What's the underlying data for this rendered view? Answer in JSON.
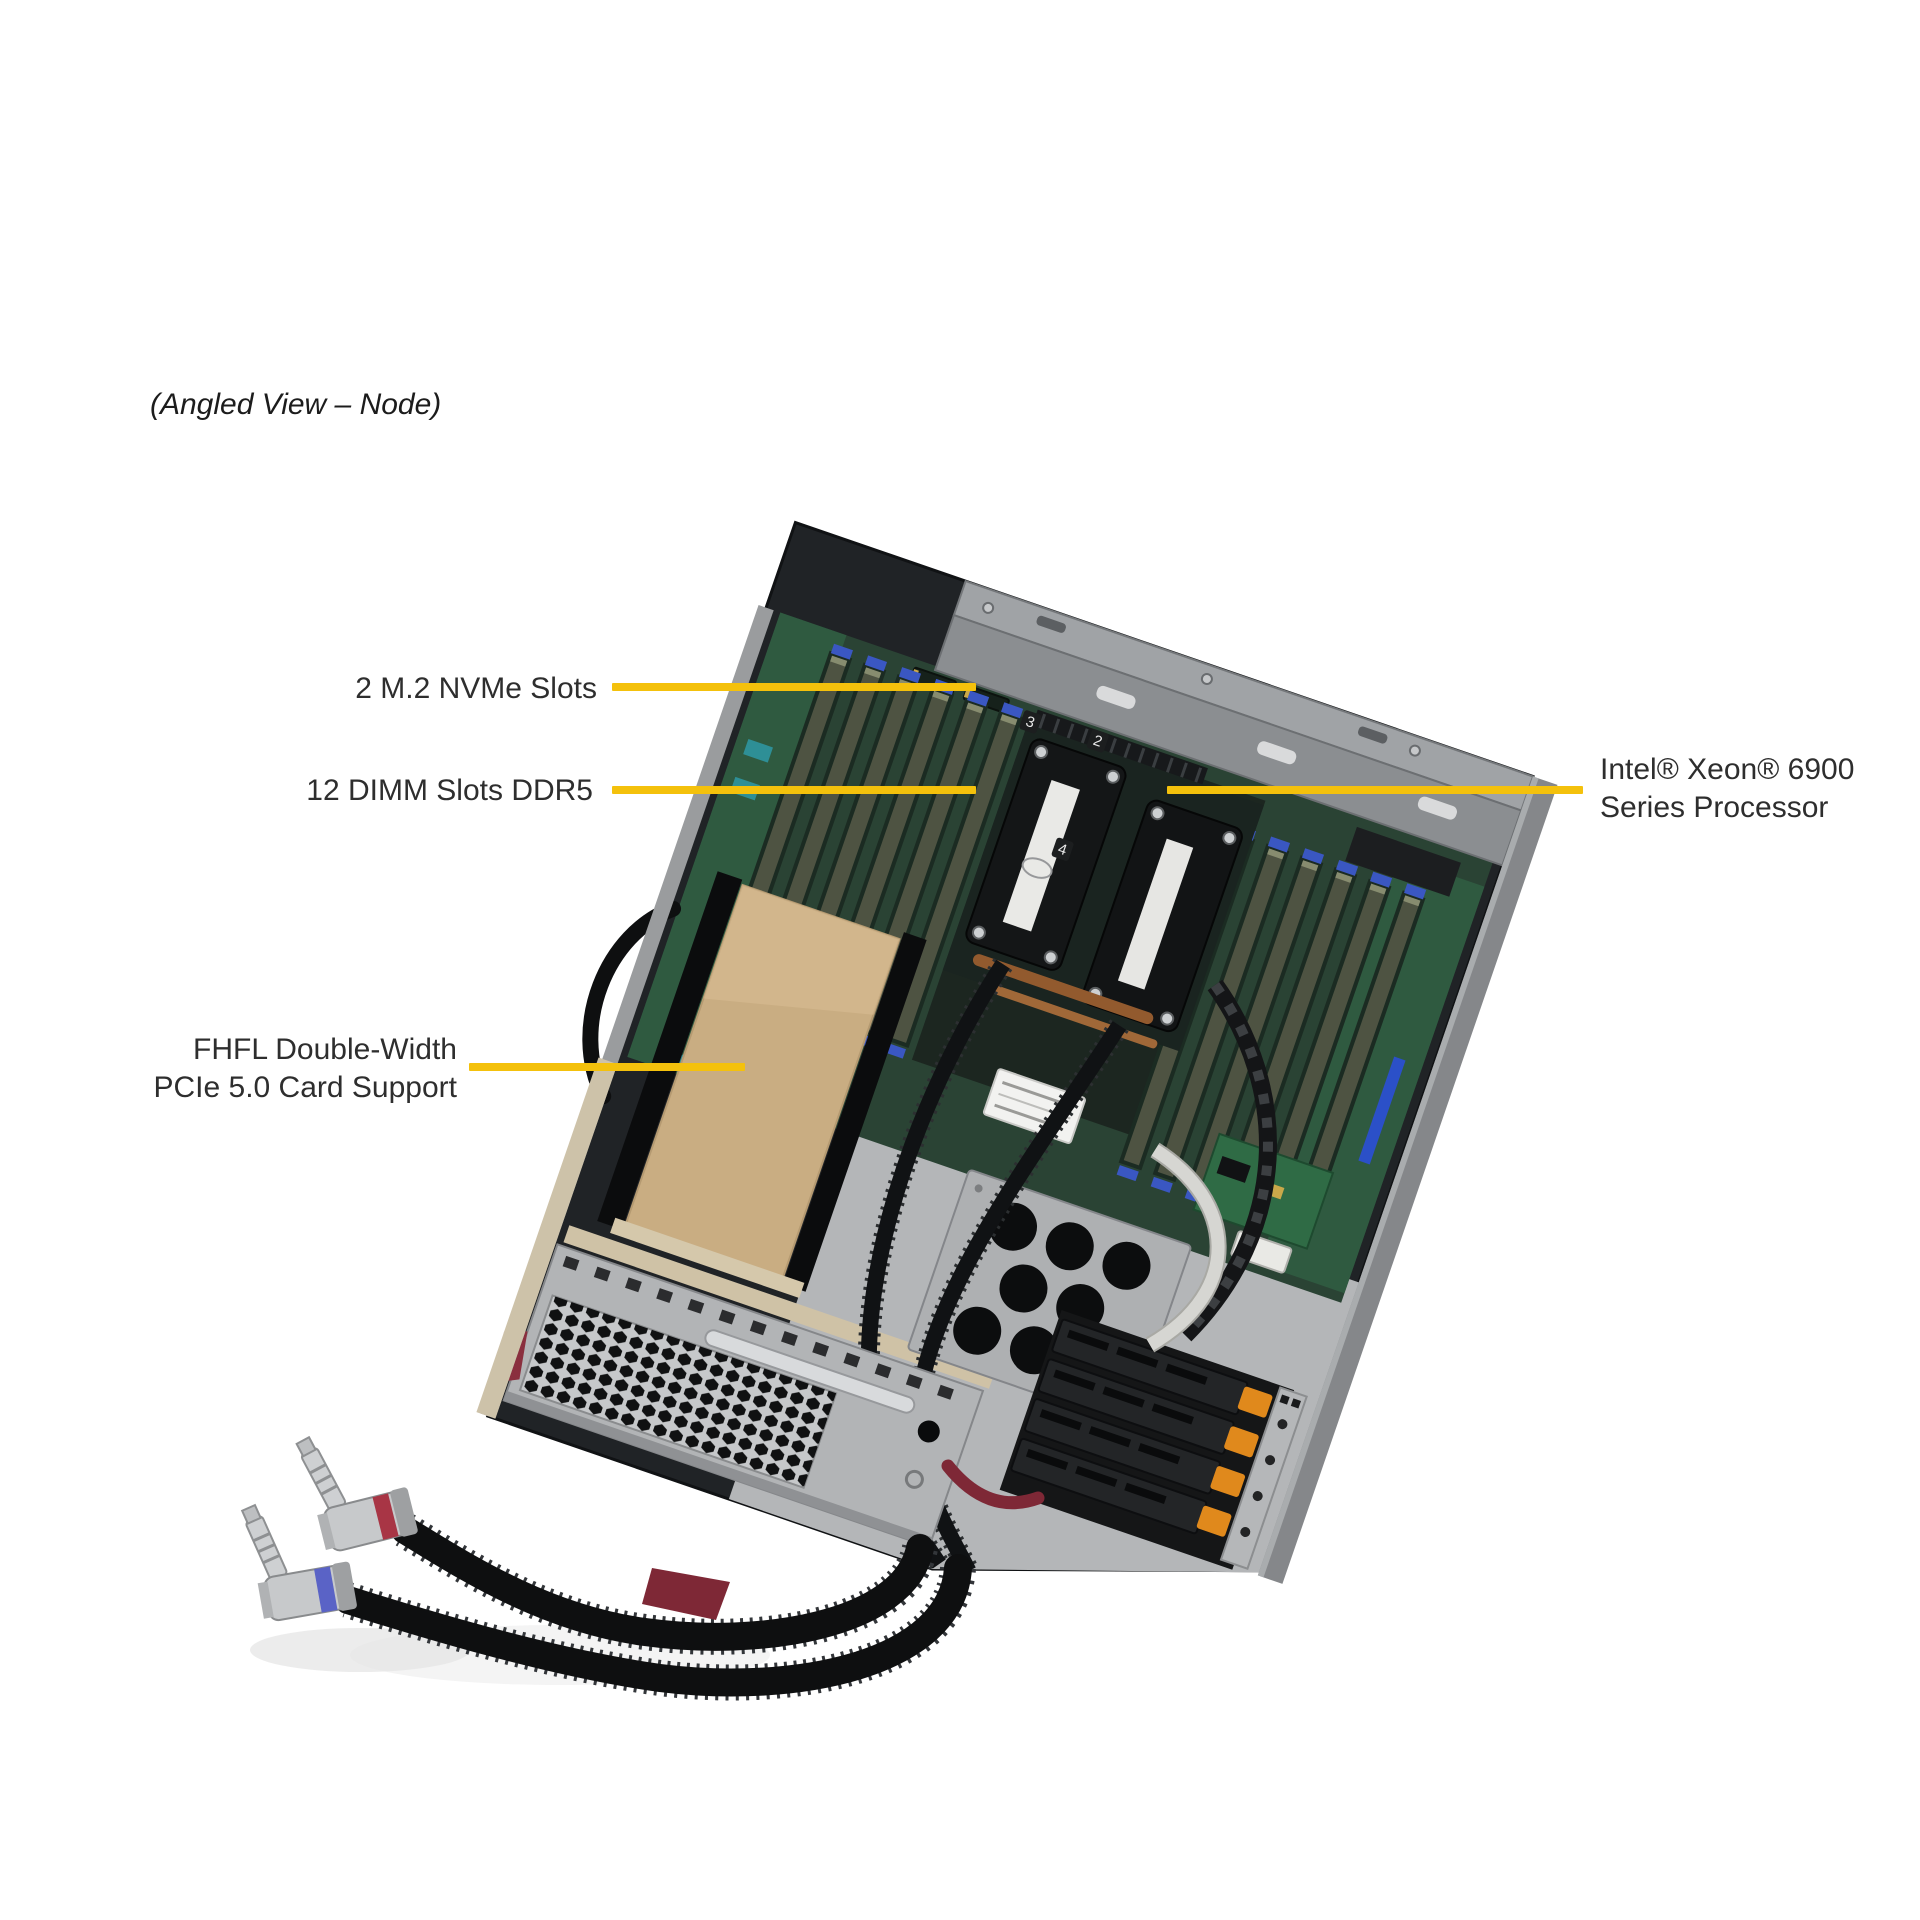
{
  "page": {
    "background": "#ffffff",
    "title": "(Angled View – Node)"
  },
  "callouts": {
    "accent_line_color": "#f4c10c",
    "text_color": "#2e2e2e",
    "m2": {
      "label": "2 M.2 NVMe Slots"
    },
    "dimm": {
      "label": "12 DIMM Slots DDR5"
    },
    "cpu": {
      "line1": "Intel® Xeon® 6900",
      "line2": "Series Processor"
    },
    "pcie": {
      "line1": "FHFL Double-Width",
      "line2": "PCIe 5.0 Card Support"
    }
  },
  "illustration": {
    "socket_marks": [
      "3",
      "2",
      "4"
    ],
    "colors": {
      "chassis_gray": "#9b9ea1",
      "tray_dark": "#202326",
      "pcb_green": "#2a4334",
      "dimm_module": "#4e5342",
      "cold_plate_black": "#141617",
      "gold_card": "#c9ad82",
      "perforated_plate": "#aeb0b2",
      "drive_latch_orange": "#e0891c",
      "lever_maroon": "#7e2836",
      "fitting_red_band": "#a83545",
      "fitting_blue_band": "#5a63c6",
      "hose_black": "#0e0f10"
    }
  }
}
